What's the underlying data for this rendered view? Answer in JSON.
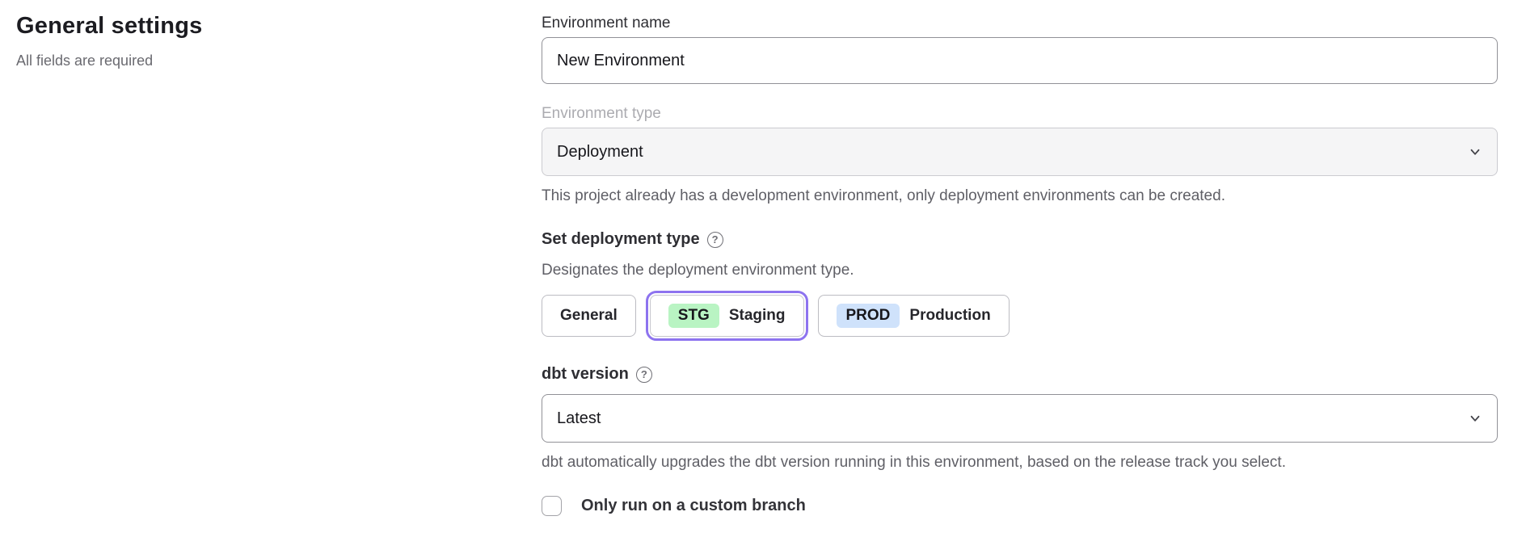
{
  "page": {
    "title": "General settings",
    "subtitle": "All fields are required"
  },
  "fields": {
    "environment_name": {
      "label": "Environment name",
      "value": "New Environment"
    },
    "environment_type": {
      "label": "Environment type",
      "value": "Deployment",
      "disabled": true,
      "helper": "This project already has a development environment, only deployment environments can be created."
    },
    "deployment_type": {
      "label": "Set deployment type",
      "help_icon": "help-circle",
      "helper": "Designates the deployment environment type.",
      "options": [
        {
          "label": "General",
          "badge": "",
          "selected": false
        },
        {
          "label": "Staging",
          "badge": "STG",
          "badge_color": "#b9f4c3",
          "selected": true
        },
        {
          "label": "Production",
          "badge": "PROD",
          "badge_color": "#cfe2fb",
          "selected": false
        }
      ]
    },
    "dbt_version": {
      "label": "dbt version",
      "help_icon": "help-circle",
      "value": "Latest",
      "helper": "dbt automatically upgrades the dbt version running in this environment, based on the release track you select."
    },
    "custom_branch": {
      "label": "Only run on a custom branch",
      "checked": false
    }
  },
  "icons": {
    "help": "?",
    "chevron_down": "chevron-down"
  },
  "colors": {
    "accent_purple": "#8d73ef",
    "badge_green": "#b9f4c3",
    "badge_blue": "#cfe2fb",
    "disabled_bg": "#f5f5f6"
  }
}
